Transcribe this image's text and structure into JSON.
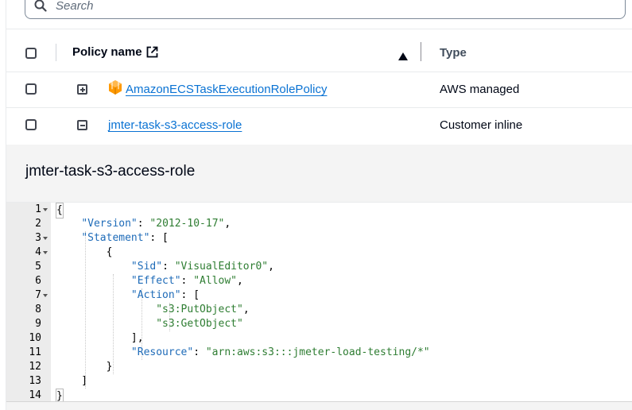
{
  "search": {
    "placeholder": "Search"
  },
  "table": {
    "headers": {
      "policy_name": "Policy name",
      "type": "Type"
    },
    "rows": [
      {
        "name": "AmazonECSTaskExecutionRolePolicy",
        "type": "AWS managed",
        "expanded": false
      },
      {
        "name": "jmter-task-s3-access-role",
        "type": "Customer inline",
        "expanded": true
      }
    ]
  },
  "panel": {
    "title": "jmter-task-s3-access-role",
    "lines": [
      {
        "n": "1"
      },
      {
        "n": "2"
      },
      {
        "n": "3"
      },
      {
        "n": "4"
      },
      {
        "n": "5"
      },
      {
        "n": "6"
      },
      {
        "n": "7"
      },
      {
        "n": "8"
      },
      {
        "n": "9"
      },
      {
        "n": "10"
      },
      {
        "n": "11"
      },
      {
        "n": "12"
      },
      {
        "n": "13"
      },
      {
        "n": "14"
      }
    ],
    "code": {
      "k_version": "\"Version\"",
      "v_version": "\"2012-10-17\"",
      "k_statement": "\"Statement\"",
      "k_sid": "\"Sid\"",
      "v_sid": "\"VisualEditor0\"",
      "k_effect": "\"Effect\"",
      "v_effect": "\"Allow\"",
      "k_action": "\"Action\"",
      "v_action1": "\"s3:PutObject\"",
      "v_action2": "\"s3:GetObject\"",
      "k_resource": "\"Resource\"",
      "v_resource": "\"arn:aws:s3:::jmeter-load-testing/*\""
    }
  },
  "colors": {
    "link": "#0972d3",
    "text": "#000716",
    "code_key": "#1e6bb8",
    "code_string": "#2e7d32",
    "aws_icon": "#f90"
  }
}
